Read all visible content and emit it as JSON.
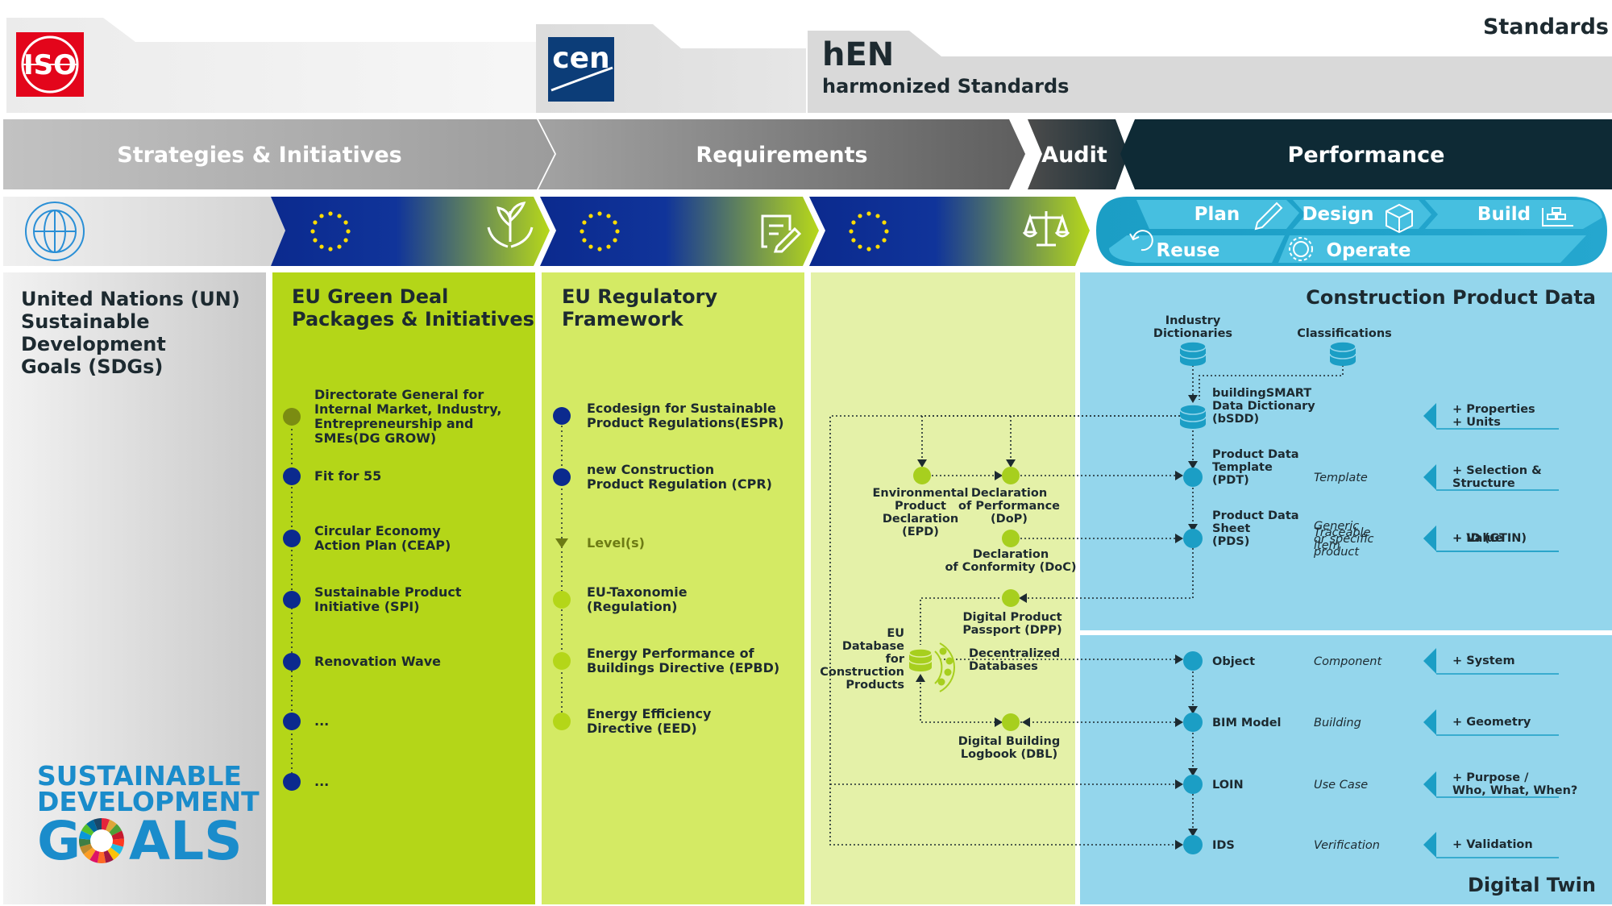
{
  "logos": {
    "iso": "ISO",
    "cen": "cen",
    "sdg_line1": "SUSTAINABLE",
    "sdg_line2": "DEVELOPMENT",
    "sdg_line3a": "G",
    "sdg_line3b": "ALS"
  },
  "top": {
    "standards": "Standards",
    "hen_title": "hEN",
    "hen_subtitle": "harmonized Standards"
  },
  "banner": {
    "strategies": "Strategies & Initiatives",
    "requirements": "Requirements",
    "audit": "Audit",
    "performance": "Performance"
  },
  "lifecycle": {
    "plan": "Plan",
    "design": "Design",
    "build": "Build",
    "reuse": "Reuse",
    "operate": "Operate"
  },
  "columns": {
    "un": {
      "title_lines": [
        "United Nations (UN)",
        "Sustainable",
        "Development",
        "Goals (SDGs)"
      ]
    },
    "green_deal": {
      "title_lines": [
        "EU Green Deal",
        "Packages & Initiatives"
      ],
      "items": [
        [
          "Directorate General for",
          "Internal Market, Industry,",
          "Entrepreneurship and",
          "SMEs(DG GROW)"
        ],
        [
          "Fit for 55"
        ],
        [
          "Circular Economy",
          "Action Plan (CEAP)"
        ],
        [
          "Sustainable Product",
          "Initiative (SPI)"
        ],
        [
          "Renovation Wave"
        ],
        [
          "..."
        ],
        [
          "..."
        ]
      ]
    },
    "regulatory": {
      "title_lines": [
        "EU Regulatory",
        "Framework"
      ],
      "items": [
        [
          "Ecodesign for Sustainable",
          "Product Regulations(ESPR)"
        ],
        [
          "new Construction",
          "Product Regulation (CPR)"
        ],
        [
          "Level(s)"
        ],
        [
          "EU-Taxonomie",
          "(Regulation)"
        ],
        [
          "Energy Performance of",
          "Buildings Directive (EPBD)"
        ],
        [
          "Energy Efficiency",
          "Directive (EED)"
        ]
      ]
    },
    "audit": {
      "epd": [
        "Environmental",
        "Product",
        "Declaration",
        "(EPD)"
      ],
      "dop": [
        "Declaration",
        "of Performance",
        "(DoP)"
      ],
      "doc": [
        "Declaration",
        "of Conformity (DoC)"
      ],
      "dpp": [
        "Digital Product",
        "Passport (DPP)"
      ],
      "eudb": [
        "EU",
        "Database",
        "for",
        "Construction",
        "Products"
      ],
      "decentral": [
        "Decentralized",
        "Databases"
      ],
      "dbl": [
        "Digital Building",
        "Logbook (DBL)"
      ]
    },
    "performance": {
      "title": "Construction Product Data",
      "industry_dict": [
        "Industry",
        "Dictionaries"
      ],
      "classifications": "Classifications",
      "digital_twin": "Digital Twin",
      "rows": [
        {
          "name": [
            "buildingSMART",
            "Data Dictionary",
            "(bSDD)"
          ],
          "type": [],
          "add": [
            "+ Properties",
            "+ Units"
          ]
        },
        {
          "name": [
            "Product Data",
            "Template",
            "(PDT)"
          ],
          "type": [
            "Template"
          ],
          "add": [
            "+ Selection &",
            "Structure"
          ]
        },
        {
          "name": [
            "Product Data",
            "Sheet",
            "(PDS)"
          ],
          "type": [
            "Generic",
            "or specific",
            "product"
          ],
          "add": [
            "+ Value"
          ]
        },
        {
          "name": [],
          "type": [
            "Traceable",
            "item"
          ],
          "add": [
            "+ ID (GTIN)"
          ]
        },
        {
          "name": [
            "Object"
          ],
          "type": [
            "Component"
          ],
          "add": [
            "+ System"
          ]
        },
        {
          "name": [
            "BIM Model"
          ],
          "type": [
            "Building"
          ],
          "add": [
            "+ Geometry"
          ]
        },
        {
          "name": [
            "LOIN"
          ],
          "type": [
            "Use Case"
          ],
          "add": [
            "+ Purpose /",
            "Who, What, When?"
          ]
        },
        {
          "name": [
            "IDS"
          ],
          "type": [
            "Verification"
          ],
          "add": [
            "+ Validation"
          ]
        }
      ]
    }
  }
}
